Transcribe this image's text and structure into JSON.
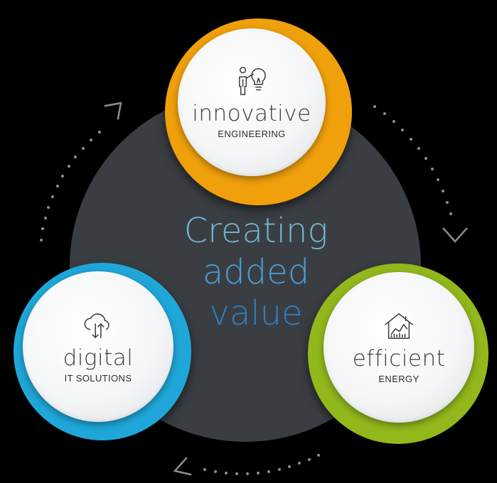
{
  "diagram": {
    "center": {
      "line1": "Creating",
      "line2": "added",
      "line3": "value"
    },
    "nodes": [
      {
        "id": "top",
        "title": "innovative",
        "subtitle": "ENGINEERING",
        "icon": "presenter-lightbulb-icon",
        "color": "#f0a00b"
      },
      {
        "id": "left",
        "title": "digital",
        "subtitle": "IT SOLUTIONS",
        "icon": "cloud-transfer-icon",
        "color": "#1fa7d9"
      },
      {
        "id": "right",
        "title": "efficient",
        "subtitle": "ENERGY",
        "icon": "house-energy-chart-icon",
        "color": "#93b81c"
      }
    ],
    "colors": {
      "background": "#000000",
      "center_disc": "#3a3e43",
      "dotted_arrows": "#8a8e92"
    }
  }
}
